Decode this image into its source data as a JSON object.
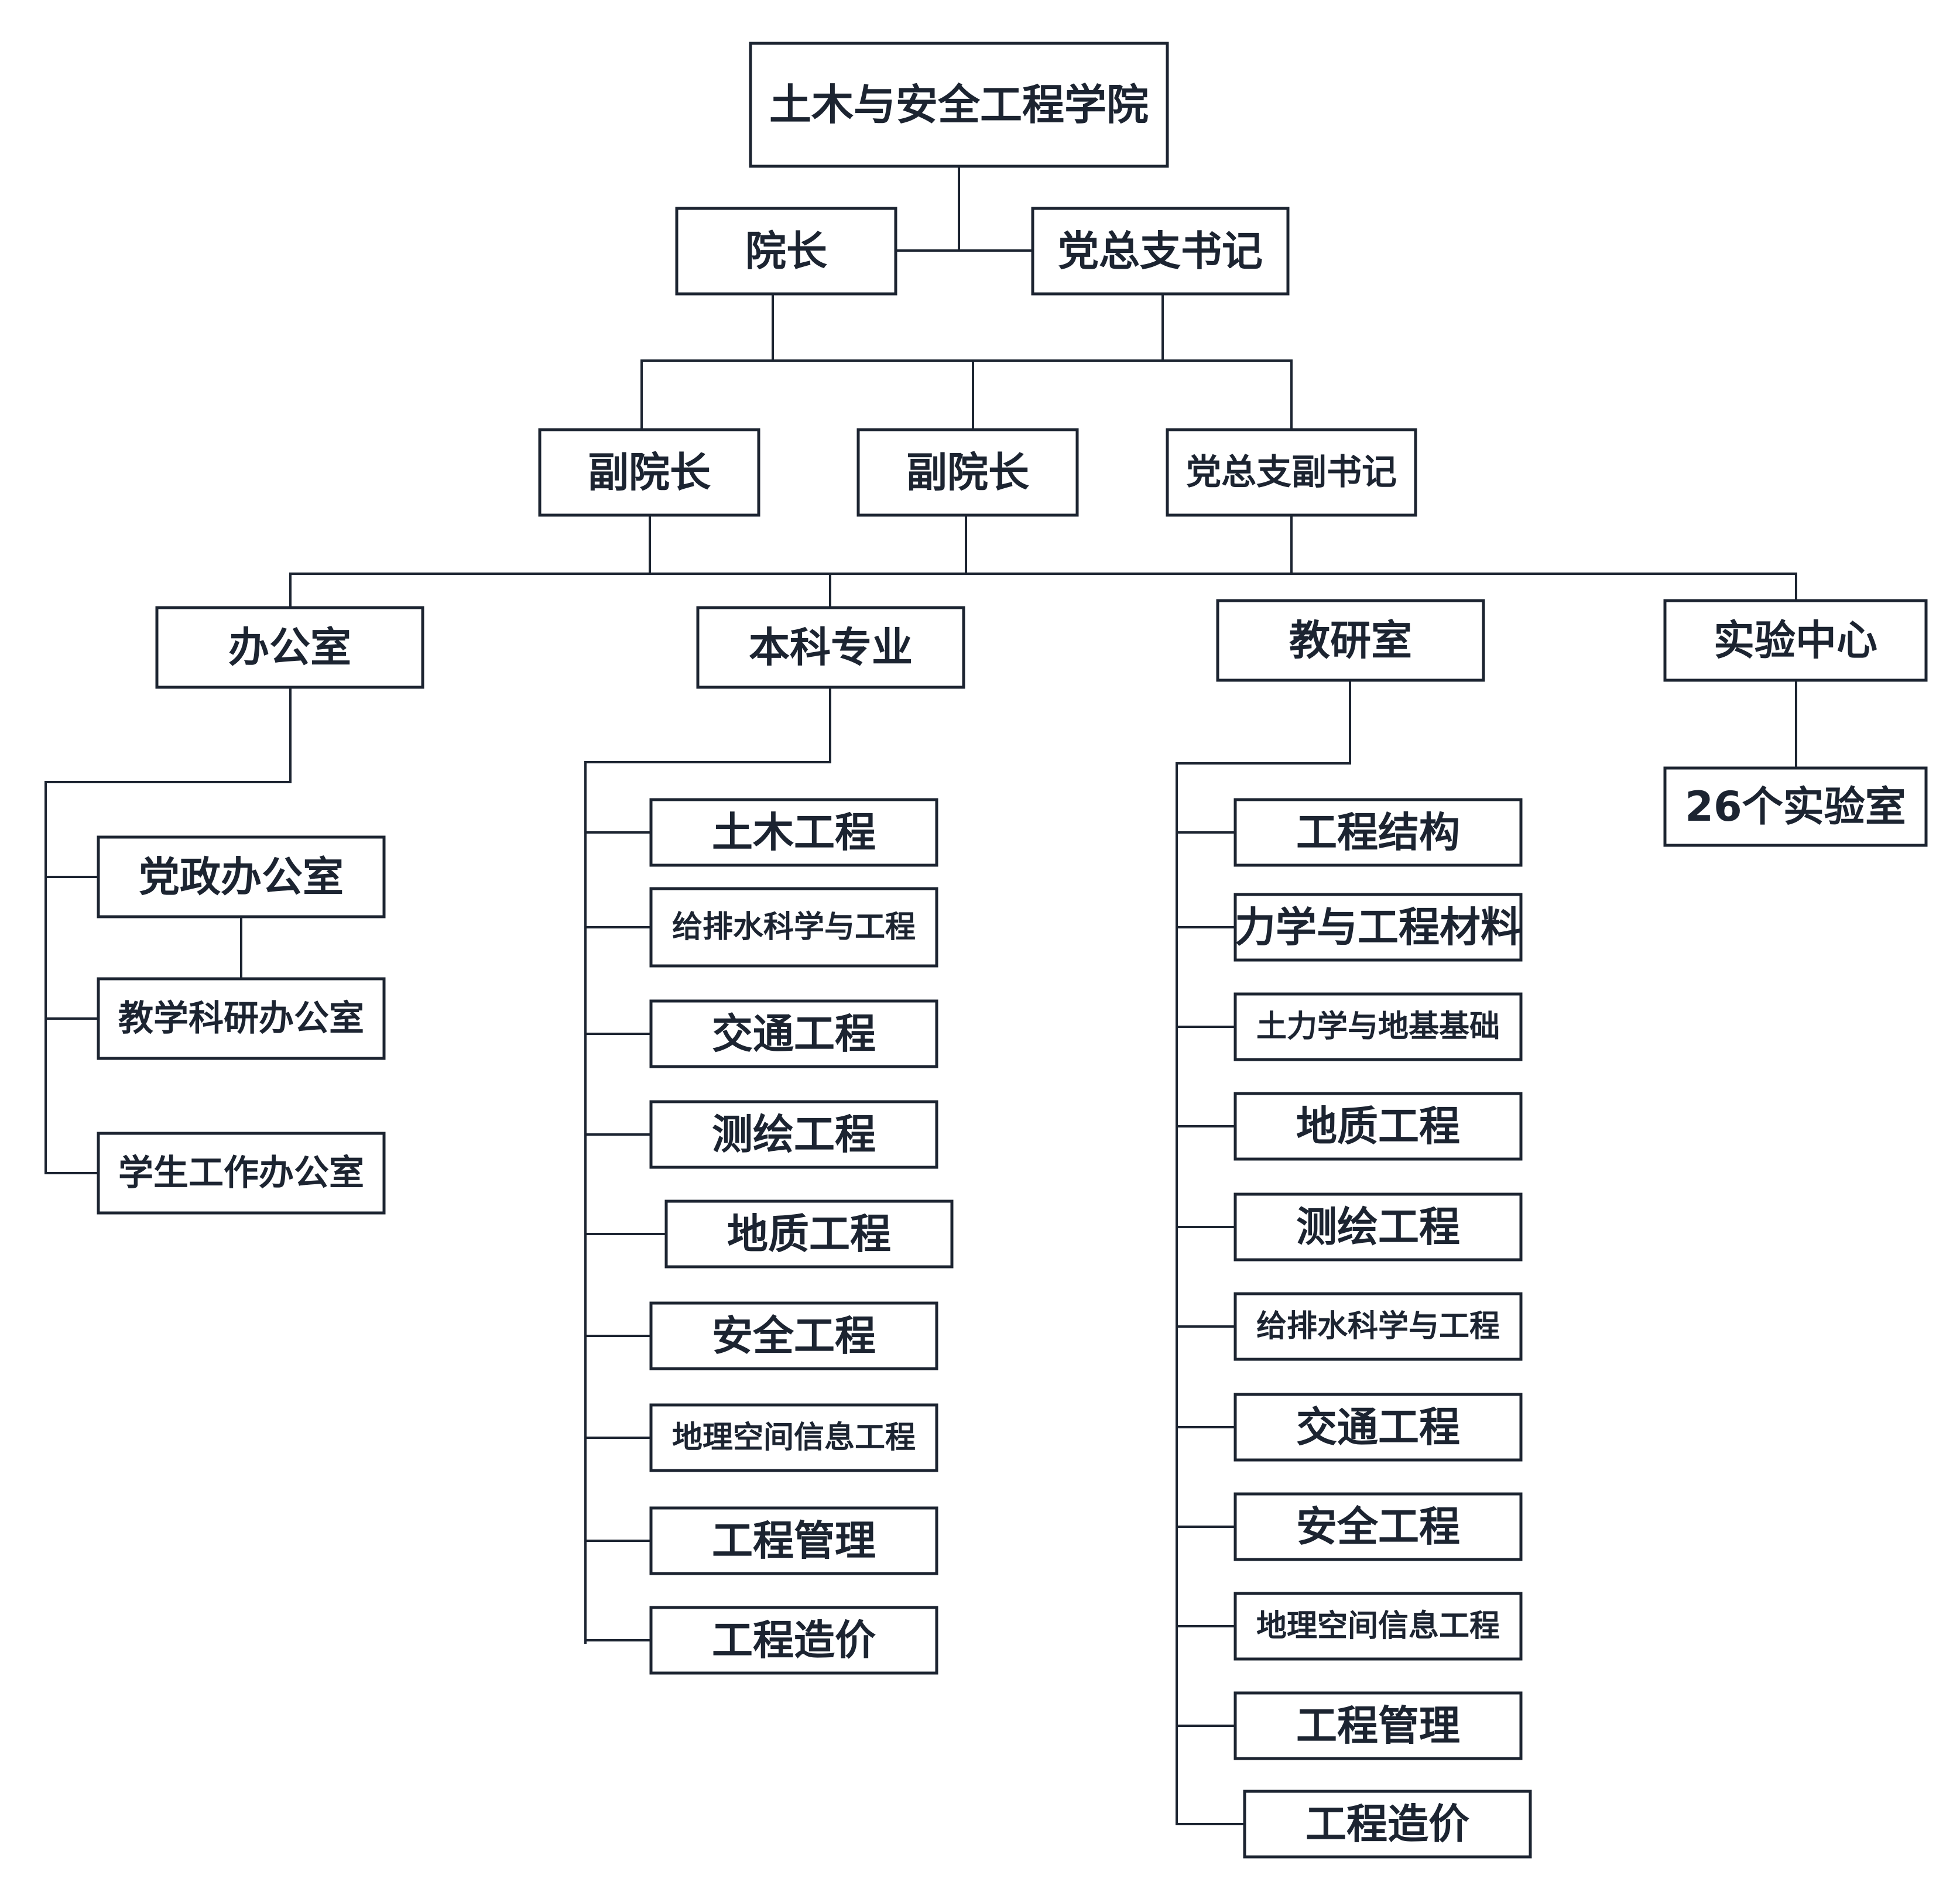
{
  "colors": {
    "line": "#1c2431",
    "box_fill": "#ffffff",
    "text": "#1c2431"
  },
  "title": "土木与安全工程学院",
  "leaders": {
    "dean": "院长",
    "party_secretary": "党总支书记",
    "vice_dean_1": "副院长",
    "vice_dean_2": "副院长",
    "deputy_party_secretary": "党总支副书记"
  },
  "departments": {
    "office": {
      "label": "办公室",
      "items": [
        "党政办公室",
        "教学科研办公室",
        "学生工作办公室"
      ]
    },
    "undergrad": {
      "label": "本科专业",
      "items": [
        "土木工程",
        "给排水科学与工程",
        "交通工程",
        "测绘工程",
        "地质工程",
        "安全工程",
        "地理空间信息工程",
        "工程管理",
        "工程造价"
      ]
    },
    "teaching": {
      "label": "教研室",
      "items": [
        "工程结构",
        "力学与工程材料",
        "土力学与地基基础",
        "地质工程",
        "测绘工程",
        "给排水科学与工程",
        "交通工程",
        "安全工程",
        "地理空间信息工程",
        "工程管理",
        "工程造价"
      ]
    },
    "lab": {
      "label": "实验中心",
      "items": [
        "26个实验室"
      ]
    }
  }
}
